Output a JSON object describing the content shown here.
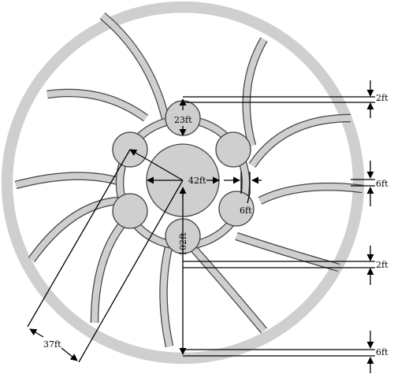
{
  "diagram": {
    "colors": {
      "fill": "#cfcfcf",
      "outline": "#444444",
      "dimension": "#000000",
      "background": "#ffffff"
    },
    "dimensions": {
      "ring_gap_top": "2ft",
      "ring_width_right": "6ft",
      "ring_gap_mid": "2ft",
      "ring_width_bottom": "6ft",
      "small_circle": "23ft",
      "center_circle": "42ft",
      "small_gap": "6ft",
      "radius_vertical": "102ft",
      "radius_diagonal": "37ft"
    }
  }
}
